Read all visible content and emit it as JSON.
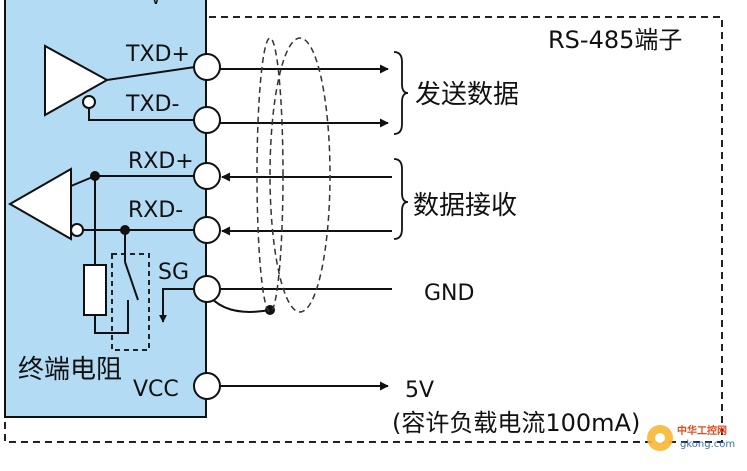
{
  "diagram": {
    "panel_color": "#b3dcf4",
    "terminal_box_label": "RS-485端子",
    "terminals": {
      "txd_plus": "TXD+",
      "txd_minus": "TXD-",
      "rxd_plus": "RXD+",
      "rxd_minus": "RXD-",
      "sg": "SG",
      "vcc": "VCC"
    },
    "group_labels": {
      "send": "发送数据",
      "receive": "数据接收"
    },
    "gnd_label": "GND",
    "termination_label": "终端电阻",
    "supply_label": "5V",
    "supply_note": "(容许负载电流100mA)"
  },
  "watermark": {
    "line1": "中华工控网",
    "line2": "gkong.com"
  }
}
